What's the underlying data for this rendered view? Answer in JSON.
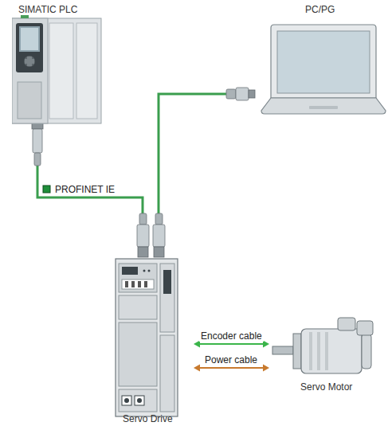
{
  "diagram": {
    "nodes": [
      {
        "text": [
          "SIMATIC PLC"
        ]
      },
      {
        "text": [
          "PC/PG"
        ]
      },
      {
        "text": [
          "Servo Drive"
        ]
      },
      {
        "text": [
          "Servo Motor"
        ]
      }
    ],
    "edges": [
      {
        "from": 0,
        "to": 2,
        "arrow": "none",
        "label": "PROFINET IE"
      },
      {
        "from": 1,
        "to": 2,
        "arrow": "none"
      },
      {
        "from": 2,
        "to": 3,
        "arrow": "both",
        "label": "Encoder cable"
      },
      {
        "from": 2,
        "to": 3,
        "arrow": "both",
        "label": "Power cable"
      }
    ]
  }
}
